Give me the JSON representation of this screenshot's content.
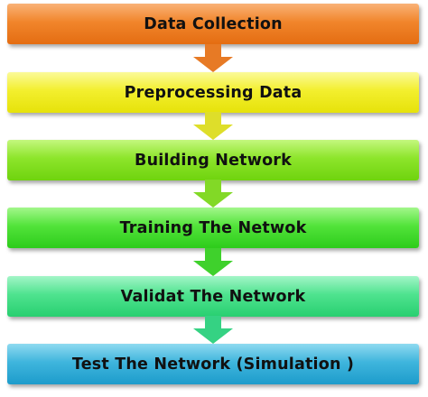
{
  "steps": [
    {
      "label": "Data Collection"
    },
    {
      "label": "Preprocessing Data"
    },
    {
      "label": "Building Network"
    },
    {
      "label": "Training The Netwok"
    },
    {
      "label": "Validat The Network"
    },
    {
      "label": "Test The Network (Simulation )"
    }
  ],
  "arrow_colors": [
    "#e77a25",
    "#dede2a",
    "#82d926",
    "#3fd12c",
    "#35d283"
  ],
  "step_colors": [
    "#f1852b",
    "#f3ef2e",
    "#8de52b",
    "#52e33a",
    "#4fe38f",
    "#3fb5dd"
  ]
}
